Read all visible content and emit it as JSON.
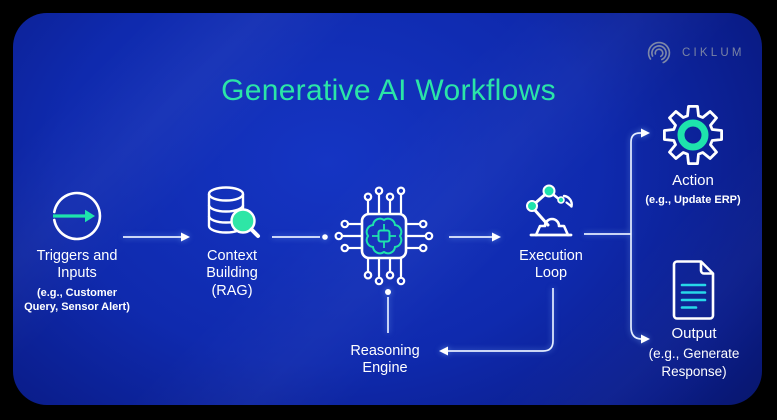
{
  "title": "Generative AI Workflows",
  "brand": {
    "name": "CIKLUM"
  },
  "nodes": {
    "triggers": {
      "label": "Triggers and\nInputs",
      "sublabel": "(e.g., Customer\nQuery, Sensor Alert)"
    },
    "context": {
      "label": "Context\nBuilding\n(RAG)"
    },
    "execution": {
      "label": "Execution\nLoop"
    },
    "reasoning": {
      "label": "Reasoning\nEngine"
    },
    "action": {
      "label": "Action",
      "sublabel": "(e.g., Update ERP)"
    },
    "output": {
      "label": "Output",
      "sublabel": "(e.g., Generate\nResponse)"
    }
  },
  "colors": {
    "title_teal": "#2be5a7",
    "accent_teal": "#1ee3ac",
    "doc_line_cyan": "#27d8e8",
    "connector_line": "#e4edff",
    "card_blue": "#0f2aae",
    "brand_gray": "#7a84a4",
    "text_white": "#ffffff"
  }
}
